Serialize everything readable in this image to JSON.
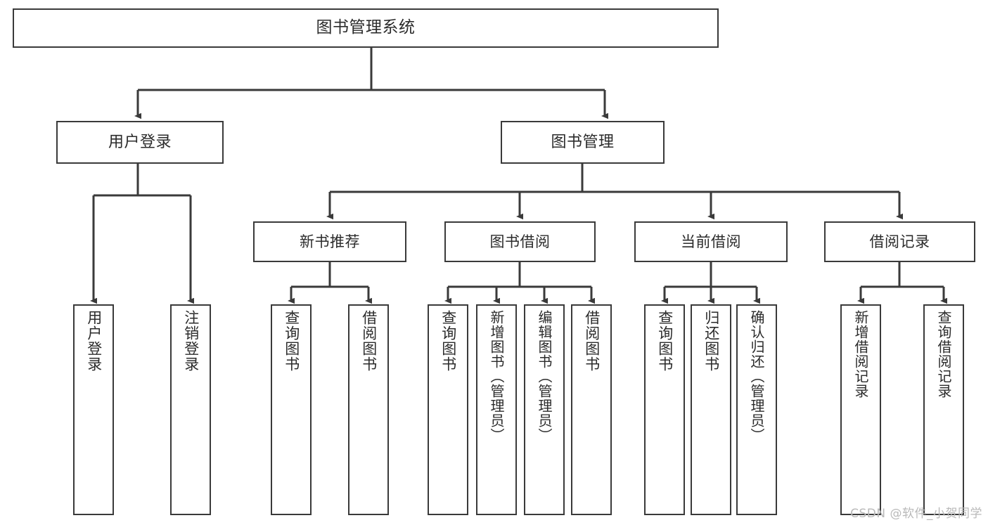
{
  "diagram": {
    "type": "tree",
    "title": "图书管理系统",
    "stroke_color": "#3a3a3a",
    "fill_color": "#ffffff",
    "text_color": "#2b2b2b",
    "nodes": {
      "root": {
        "label": "图书管理系统"
      },
      "level2": [
        {
          "label": "用户登录"
        },
        {
          "label": "图书管理"
        }
      ],
      "level3": [
        {
          "label": "新书推荐"
        },
        {
          "label": "图书借阅"
        },
        {
          "label": "当前借阅"
        },
        {
          "label": "借阅记录"
        }
      ],
      "leaves": {
        "user_login": [
          {
            "label": "用户登录"
          },
          {
            "label": "注销登录"
          }
        ],
        "new_book_recommend": [
          {
            "label": "查询图书"
          },
          {
            "label": "借阅图书"
          }
        ],
        "book_borrow": [
          {
            "label": "查询图书"
          },
          {
            "label": "新增图书（管理员）"
          },
          {
            "label": "编辑图书（管理员）"
          },
          {
            "label": "借阅图书"
          }
        ],
        "current_borrow": [
          {
            "label": "查询图书"
          },
          {
            "label": "归还图书"
          },
          {
            "label": "确认归还（管理员）"
          }
        ],
        "borrow_record": [
          {
            "label": "新增借阅记录"
          },
          {
            "label": "查询借阅记录"
          }
        ]
      }
    }
  },
  "watermark": {
    "text": "CSDN @软件_小贺同学"
  }
}
